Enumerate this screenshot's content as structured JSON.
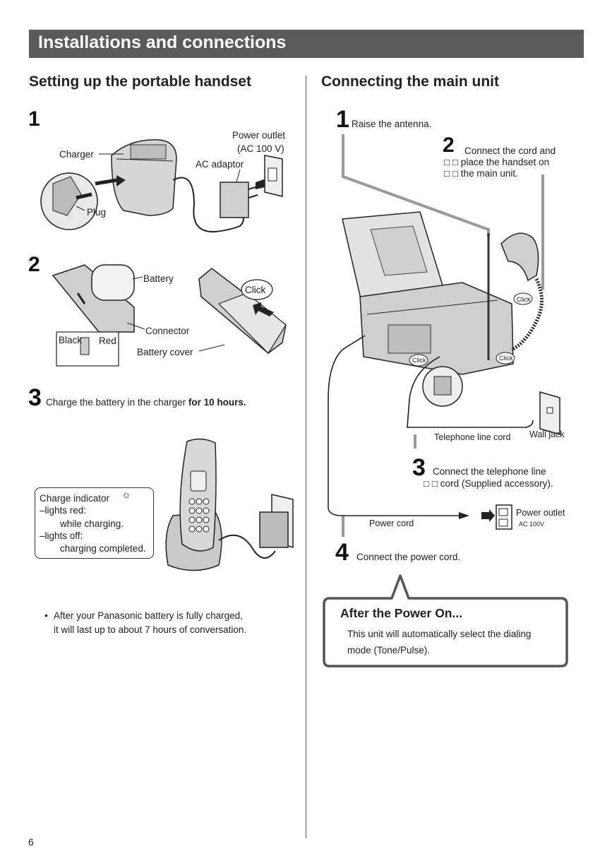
{
  "header": {
    "title": "Installations and connections"
  },
  "left": {
    "title": "Setting up the portable handset",
    "step1": {
      "num": "1",
      "charger": "Charger",
      "plug": "Plug",
      "power_outlet": "Power outlet",
      "power_outlet_spec": "(AC 100 V)",
      "ac_adaptor": "AC adaptor"
    },
    "step2": {
      "num": "2",
      "battery": "Battery",
      "connector": "Connector",
      "black": "Black",
      "red": "Red",
      "battery_cover": "Battery cover",
      "click": "Click"
    },
    "step3": {
      "num": "3",
      "text": "Charge the battery in the charger ",
      "text_bold": "for 10 hours."
    },
    "charge_box": {
      "title": "Charge indicator",
      "line1": "–lights red:",
      "line2": "while charging.",
      "line3": "–lights off:",
      "line4": "charging completed."
    },
    "note": {
      "line1": "After your Panasonic battery is fully charged,",
      "line2": "it will last up to about 7 hours of conversation."
    }
  },
  "right": {
    "title": "Connecting the main unit",
    "step1": {
      "num": "1",
      "text": "Raise the antenna."
    },
    "step2": {
      "num": "2",
      "line1": "Connect the cord and",
      "line2": "□ □ place the handset on",
      "line3": "□ □ the main unit."
    },
    "step3": {
      "num": "3",
      "line1": "Connect the telephone line",
      "line2": "□ □ cord (Supplied accessory)."
    },
    "step4": {
      "num": "4",
      "text": "Connect the power cord."
    },
    "labels": {
      "telephone_line_cord": "Telephone line cord",
      "wall_jack": "Wall jack",
      "power_cord": "Power cord",
      "power_outlet": "Power outlet",
      "ac": "AC 100V",
      "click": "Click"
    },
    "info": {
      "title": "After the Power On...",
      "line1": "This unit will automatically select the dialing",
      "line2": "mode (Tone/Pulse)."
    }
  },
  "footer": {
    "page": "6"
  }
}
